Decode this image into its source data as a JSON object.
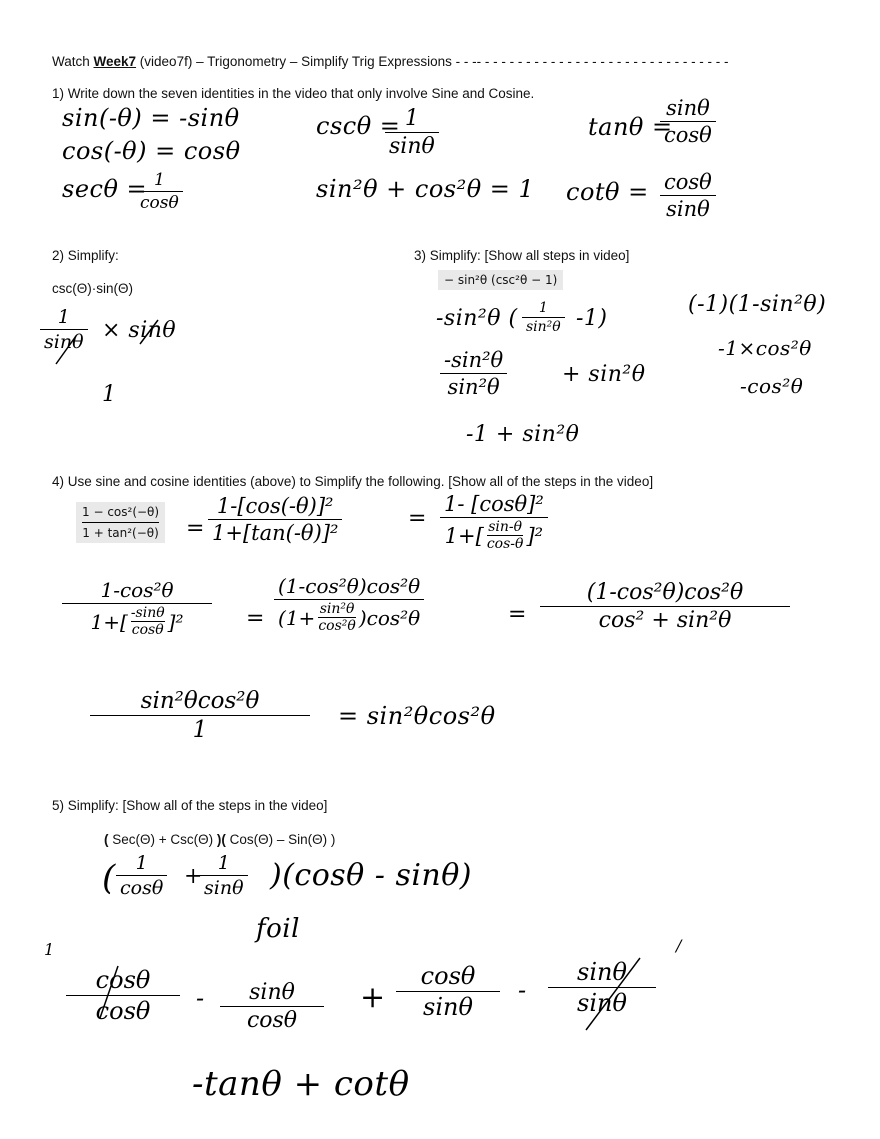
{
  "header": {
    "prefix": "Watch ",
    "week": "Week7",
    "rest": "  (video7f) – Trigonometry – Simplify Trig Expressions  ",
    "dashes": "- - -- - - - - - - - - - - - - - - - - - - - - - - - - - - - - - -"
  },
  "q1": {
    "prompt": "1)  Write down the seven identities in the video that only involve  Sine and Cosine.",
    "id1": "sin(-θ) = -sinθ",
    "id2": "cos(-θ) = cosθ",
    "id3_lhs": "secθ =",
    "id3_num": "1",
    "id3_den": "cosθ",
    "id4_lhs": "cscθ =",
    "id4_num": "1",
    "id4_den": "sinθ",
    "id5": "sin²θ + cos²θ = 1",
    "id6_lhs": "tanθ =",
    "id6_num": "sinθ",
    "id6_den": "cosθ",
    "id7_lhs": "cotθ =",
    "id7_num": "cosθ",
    "id7_den": "sinθ"
  },
  "q2": {
    "prompt": "2)  Simplify:",
    "expr": "csc(Θ)·sin(Θ)",
    "w_num": "1",
    "w_den": "sinθ",
    "w_times": "× sinθ",
    "answer": "1"
  },
  "q3": {
    "prompt": "3)  Simplify:   [Show all steps in video]",
    "printed": "− sin²θ (csc²θ − 1)",
    "step1_a": "-sin²θ (",
    "step1_num": "1",
    "step1_den": "sin²θ",
    "step1_b": "-1)",
    "step2_num": "-sin²θ",
    "step2_den": "sin²θ",
    "step2_b": "+ sin²θ",
    "step3": "-1 + sin²θ",
    "alt1": "(-1)(1-sin²θ)",
    "alt2": "-1×cos²θ",
    "alt3": "-cos²θ"
  },
  "q4": {
    "prompt": "4)  Use sine and cosine identities (above) to Simplify the following.  [Show all of the steps in the video]",
    "printed_num": "1 − cos²(−θ)",
    "printed_den": "1 + tan²(−θ)",
    "eq": "=",
    "s1_num": "1-[cos(-θ)]²",
    "s1_den": "1+[tan(-θ)]²",
    "s2_num": "1- [cosθ]²",
    "s2_den_a": "1+[",
    "s2_inner_num": "sin-θ",
    "s2_inner_den": "cos-θ",
    "s2_den_b": "]²",
    "s3_num": "1-cos²θ",
    "s3_den_a": "1+[",
    "s3_inner_num": "-sinθ",
    "s3_inner_den": "cosθ",
    "s3_den_b": "]²",
    "s4_num": "(1-cos²θ)cos²θ",
    "s4_den_a": "(1+",
    "s4_inner_num": "sin²θ",
    "s4_inner_den": "cos²θ",
    "s4_den_b": ")cos²θ",
    "s5_num": "(1-cos²θ)cos²θ",
    "s5_den": "cos² + sin²θ",
    "s6_num": "sin²θcos²θ",
    "s6_den": "1",
    "s6_result": "= sin²θcos²θ"
  },
  "q5": {
    "prompt": "5)  Simplify:  [Show all of the steps in the video]",
    "expr_a": "( ",
    "expr_b": "Sec(Θ)  +  Csc(Θ) ",
    "expr_c": ")( ",
    "expr_d": "Cos(Θ) – Sin(Θ) )",
    "w1_open": "(",
    "w1_n1": "1",
    "w1_d1": "cosθ",
    "w1_plus": "+",
    "w1_n2": "1",
    "w1_d2": "sinθ",
    "w1_close": ")(cosθ - sinθ)",
    "foil": "foil",
    "tick1": "1",
    "tick2": "/",
    "t1_num": "cosθ",
    "t1_den": "cosθ",
    "minus1": "-",
    "t2_num": "sinθ",
    "t2_den": "cosθ",
    "plus": "+",
    "t3_num": "cosθ",
    "t3_den": "sinθ",
    "minus2": "-",
    "t4_num": "sinθ",
    "t4_den": "sinθ",
    "result": "-tanθ + cotθ"
  }
}
